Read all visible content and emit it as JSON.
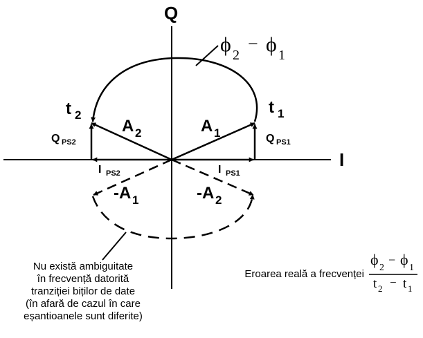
{
  "axes": {
    "q": "Q",
    "i": "I"
  },
  "arc_label": {
    "phi2": "ϕ",
    "phi2_sub": "2",
    "minus": "−",
    "phi1": "ϕ",
    "phi1_sub": "1"
  },
  "times": {
    "t2": "t",
    "t2_sub": "2",
    "t1": "t",
    "t1_sub": "1"
  },
  "vectors": {
    "a2": "A",
    "a2_sub": "2",
    "a1": "A",
    "a1_sub": "1",
    "neg_a1": "-A",
    "neg_a1_sub": "1",
    "neg_a2": "-A",
    "neg_a2_sub": "2"
  },
  "components": {
    "q_ps2": "Q",
    "q_ps2_sub": "PS2",
    "q_ps1": "Q",
    "q_ps1_sub": "PS1",
    "i_ps2": "I",
    "i_ps2_sub": "PS2",
    "i_ps1": "I",
    "i_ps1_sub": "PS1"
  },
  "note_left": [
    "Nu există ambiguitate",
    "în frecvență datorită",
    "tranziției biților de date",
    "(în afară de cazul în care",
    "eșantioanele sunt diferite)"
  ],
  "note_right": "Eroarea reală a frecvenței",
  "formula": {
    "num_phi2": "ϕ",
    "num_phi2_sub": "2",
    "num_minus": "−",
    "num_phi1": "ϕ",
    "num_phi1_sub": "1",
    "den_t2": "t",
    "den_t2_sub": "2",
    "den_minus": "−",
    "den_t1": "t",
    "den_t1_sub": "1"
  }
}
